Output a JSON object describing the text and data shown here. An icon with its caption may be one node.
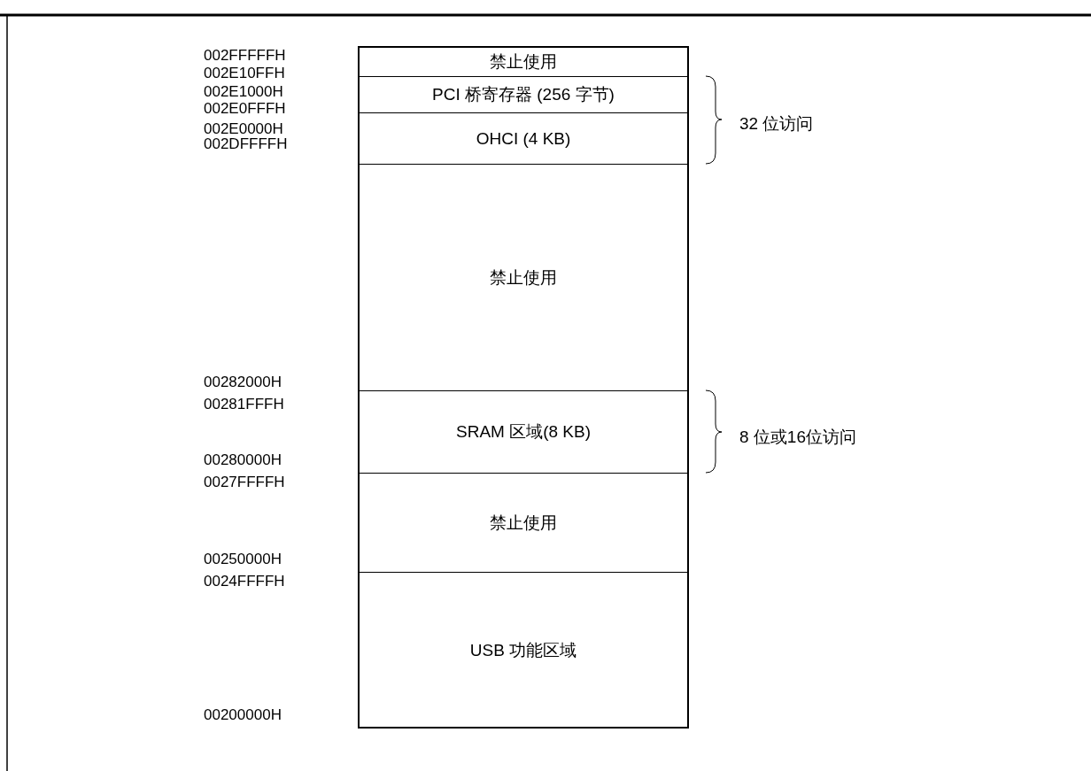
{
  "diagram": {
    "nodes": [
      {
        "text": [
          "禁止使用"
        ]
      },
      {
        "text": [
          "PCI 桥寄存器 (256 字节)"
        ]
      },
      {
        "text": [
          "OHCI (4 KB)"
        ]
      },
      {
        "text": [
          "禁止使用"
        ]
      },
      {
        "text": [
          "SRAM 区域(8 KB)"
        ]
      },
      {
        "text": [
          "禁止使用"
        ]
      },
      {
        "text": [
          "USB 功能区域"
        ]
      }
    ],
    "edges": [],
    "labels": [
      "002FFFFFH",
      "002E10FFH",
      "002E1000H",
      "002E0FFFH",
      "002E0000H",
      "002DFFFFH",
      "32 位访问",
      "00282000H",
      "00281FFFH",
      "8 位或16位访问",
      "00280000H",
      "0027FFFFH",
      "00250000H",
      "0024FFFFH",
      "00200000H"
    ]
  }
}
